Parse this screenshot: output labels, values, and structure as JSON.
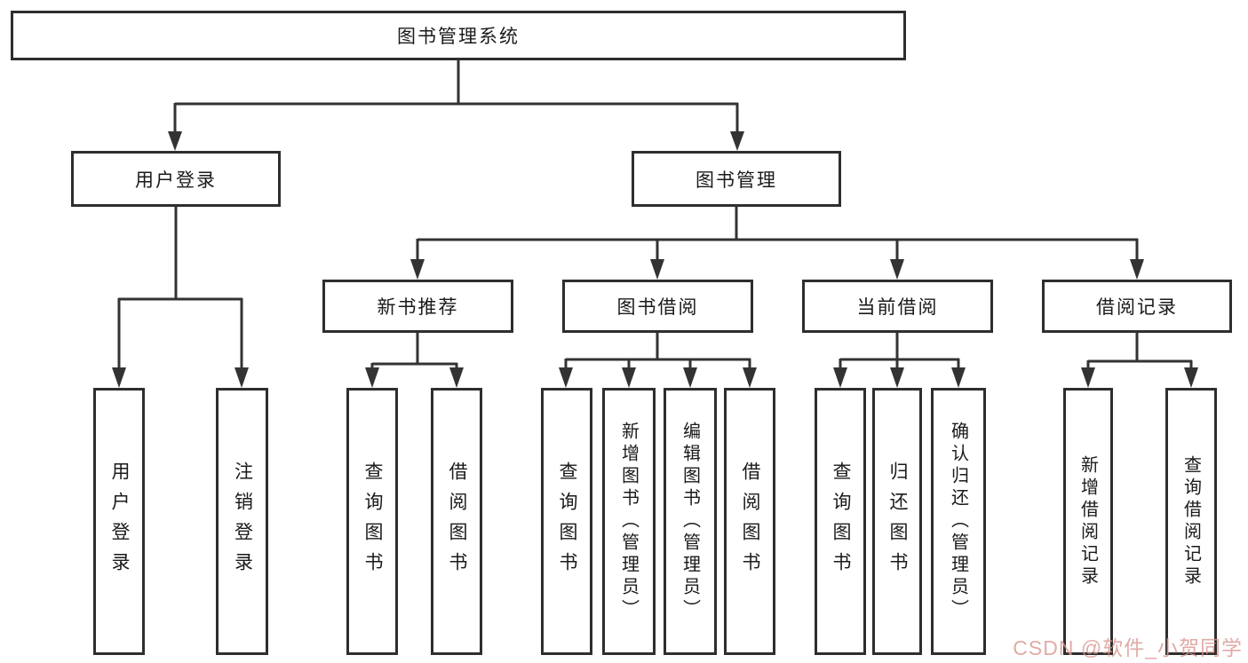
{
  "tree": {
    "root": "图书管理系统",
    "children": [
      {
        "label": "用户登录",
        "children": [
          "用户登录",
          "注销登录"
        ]
      },
      {
        "label": "图书管理",
        "children": [
          {
            "label": "新书推荐",
            "children": [
              "查询图书",
              "借阅图书"
            ]
          },
          {
            "label": "图书借阅",
            "children": [
              "查询图书",
              "新增图书（管理员）",
              "编辑图书（管理员）",
              "借阅图书"
            ]
          },
          {
            "label": "当前借阅",
            "children": [
              "查询图书",
              "归还图书",
              "确认归还（管理员）"
            ]
          },
          {
            "label": "借阅记录",
            "children": [
              "新增借阅记录",
              "查询借阅记录"
            ]
          }
        ]
      }
    ]
  },
  "watermark": {
    "text": "CSDN @软件_小贺同学"
  },
  "colors": {
    "line": "#333333",
    "box_border": "#2e2e2e",
    "background": "#ffffff",
    "text": "#1a1a1a",
    "watermark": "#d8968f"
  }
}
